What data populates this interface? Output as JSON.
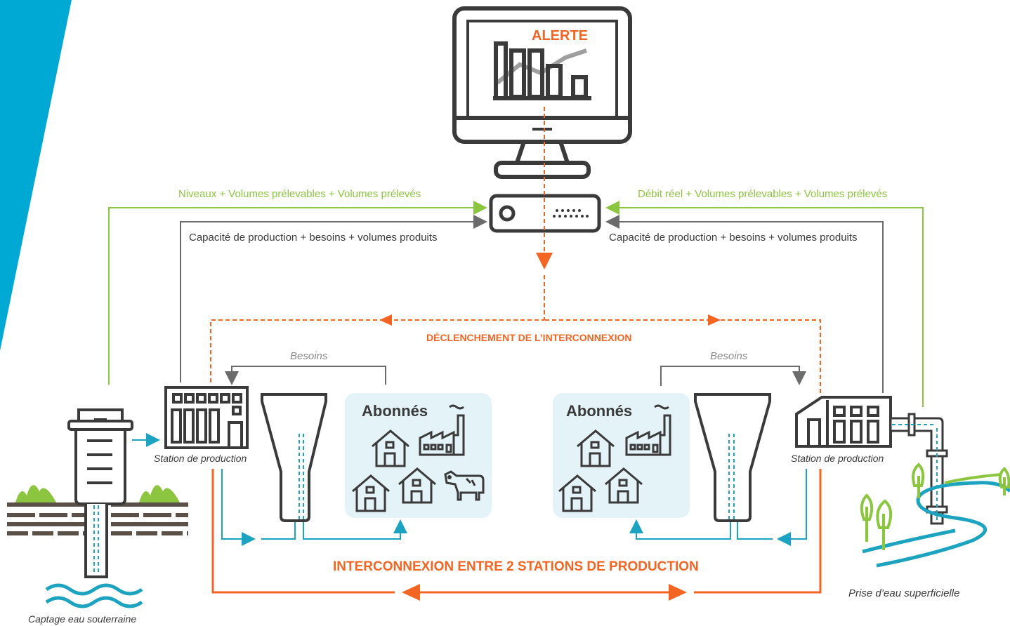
{
  "monitor": {
    "alert_label": "ALERTE"
  },
  "flows": {
    "left_green": "Niveaux + Volumes prélevables + Volumes prélevés",
    "right_green": "Débit réel + Volumes prélevables + Volumes prélevés",
    "left_gray": "Capacité de production + besoins + volumes produits",
    "right_gray": "Capacité de production + besoins + volumes produits",
    "trigger": "DÉCLENCHEMENT DE L’INTERCONNEXION",
    "interconnect": "INTERCONNEXION ENTRE 2 STATIONS DE PRODUCTION"
  },
  "left": {
    "needs": "Besoins",
    "station": "Station de production",
    "subscribers": "Abonnés",
    "source": "Captage eau souterraine"
  },
  "right": {
    "needs": "Besoins",
    "station": "Station de production",
    "subscribers": "Abonnés",
    "source": "Prise d’eau superficielle"
  },
  "colors": {
    "accent_blue": "#00a8d4",
    "green": "#8cc540",
    "orange": "#f26522",
    "dark": "#3a3a3a",
    "teal": "#1ba3bf",
    "subscriber_bg": "#e3f3f8"
  }
}
